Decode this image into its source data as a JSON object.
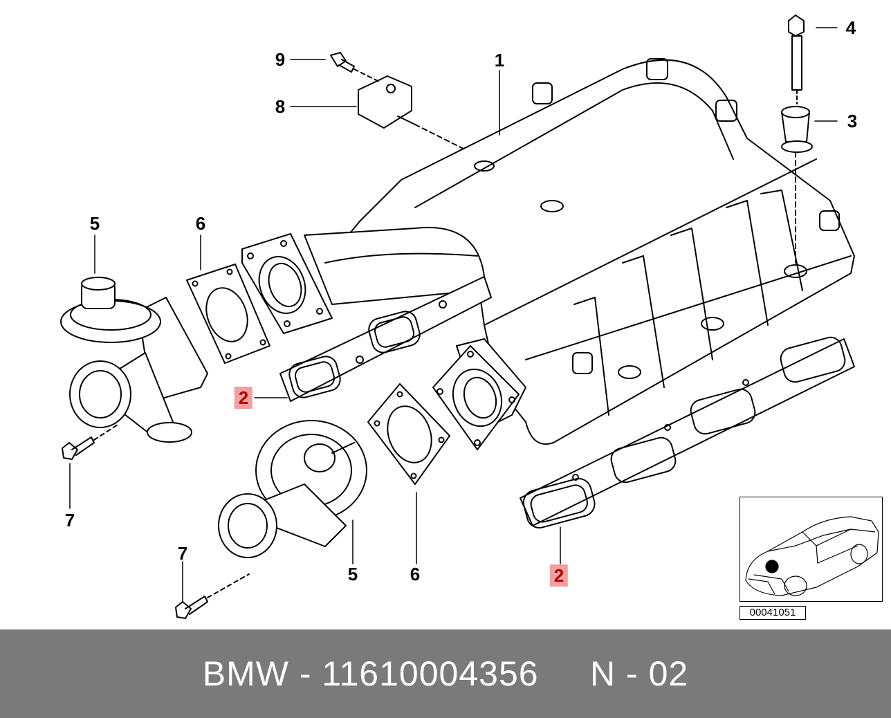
{
  "callouts": [
    {
      "id": "c1",
      "text": "1",
      "highlight": false
    },
    {
      "id": "c2a",
      "text": "2",
      "highlight": true
    },
    {
      "id": "c2b",
      "text": "2",
      "highlight": true
    },
    {
      "id": "c3",
      "text": "3",
      "highlight": false
    },
    {
      "id": "c4",
      "text": "4",
      "highlight": false
    },
    {
      "id": "c5a",
      "text": "5",
      "highlight": false
    },
    {
      "id": "c5b",
      "text": "5",
      "highlight": false
    },
    {
      "id": "c6a",
      "text": "6",
      "highlight": false
    },
    {
      "id": "c6b",
      "text": "6",
      "highlight": false
    },
    {
      "id": "c7a",
      "text": "7",
      "highlight": false
    },
    {
      "id": "c7b",
      "text": "7",
      "highlight": false
    },
    {
      "id": "c8",
      "text": "8",
      "highlight": false
    },
    {
      "id": "c9",
      "text": "9",
      "highlight": false
    }
  ],
  "reference": {
    "code": "00041051"
  },
  "footer": {
    "text": "BMW - 11610004356     N - 02"
  },
  "colors": {
    "highlight_bg": "#f0a0a0",
    "highlight_text": "#b00000",
    "footer_bg": "#7a7a7a",
    "footer_text": "#ffffff"
  }
}
